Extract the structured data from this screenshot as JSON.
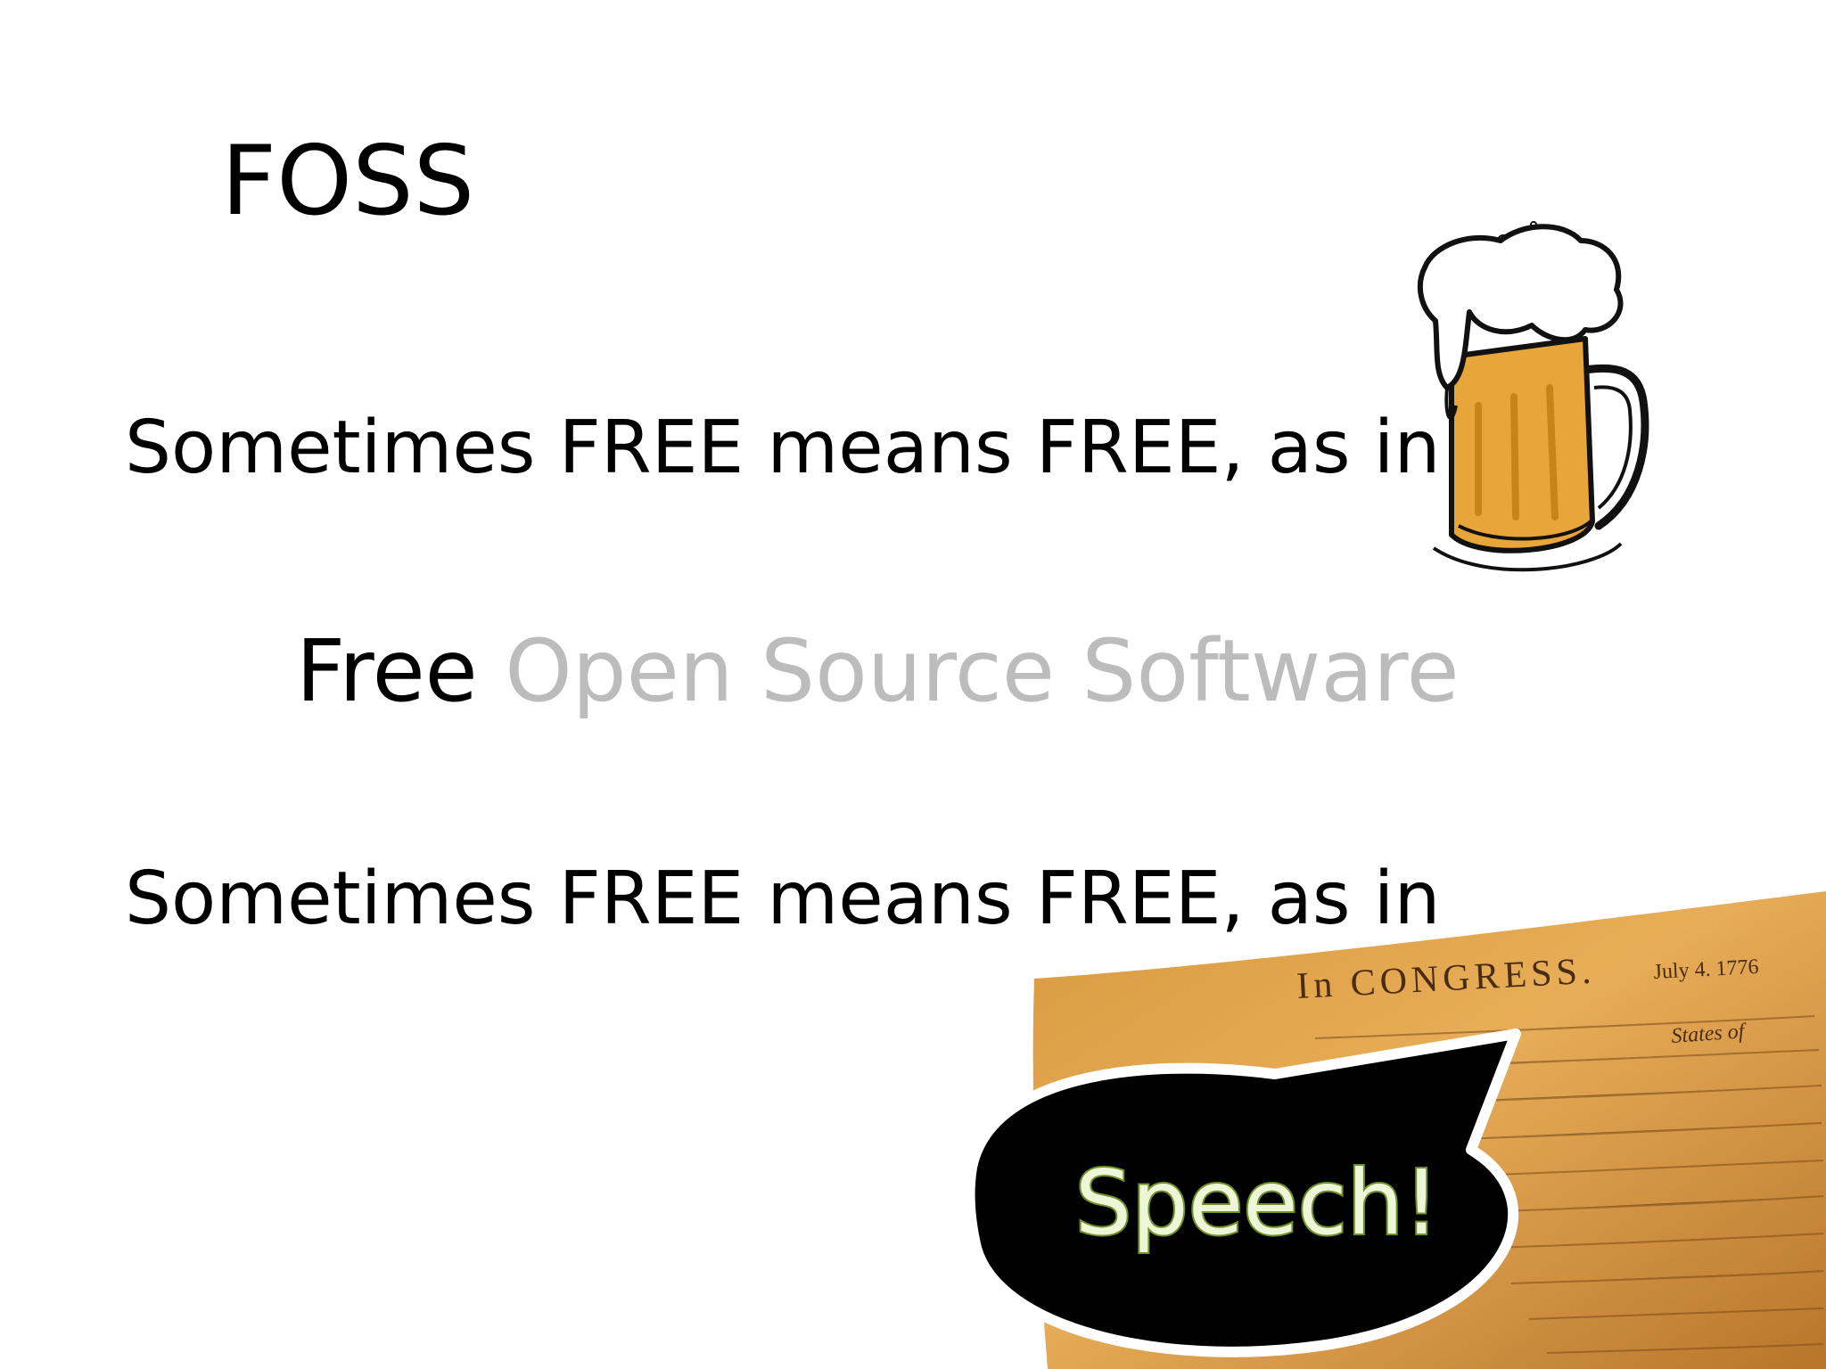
{
  "slide": {
    "title": "FOSS",
    "line_beer": "Sometimes FREE means FREE, as in",
    "expansion_highlight": "Free",
    "expansion_rest": "Open Source Software",
    "line_speech": "Sometimes FREE means FREE, as in",
    "bubble_text": "Speech!"
  },
  "document_image": {
    "heading": "In CONGRESS.",
    "date": "July 4. 1776",
    "fragment": "States of"
  },
  "colors": {
    "text": "#000000",
    "muted_text": "#bcbcbc",
    "beer": "#e8a53a",
    "foam": "#ffffff",
    "parchment": "#e0a044",
    "bubble": "#000000",
    "speech_fill": "#eef6d8",
    "speech_outline": "#6f8f2a"
  },
  "icons": [
    "beer-mug-icon",
    "parchment-document-image",
    "speech-bubble-icon"
  ]
}
